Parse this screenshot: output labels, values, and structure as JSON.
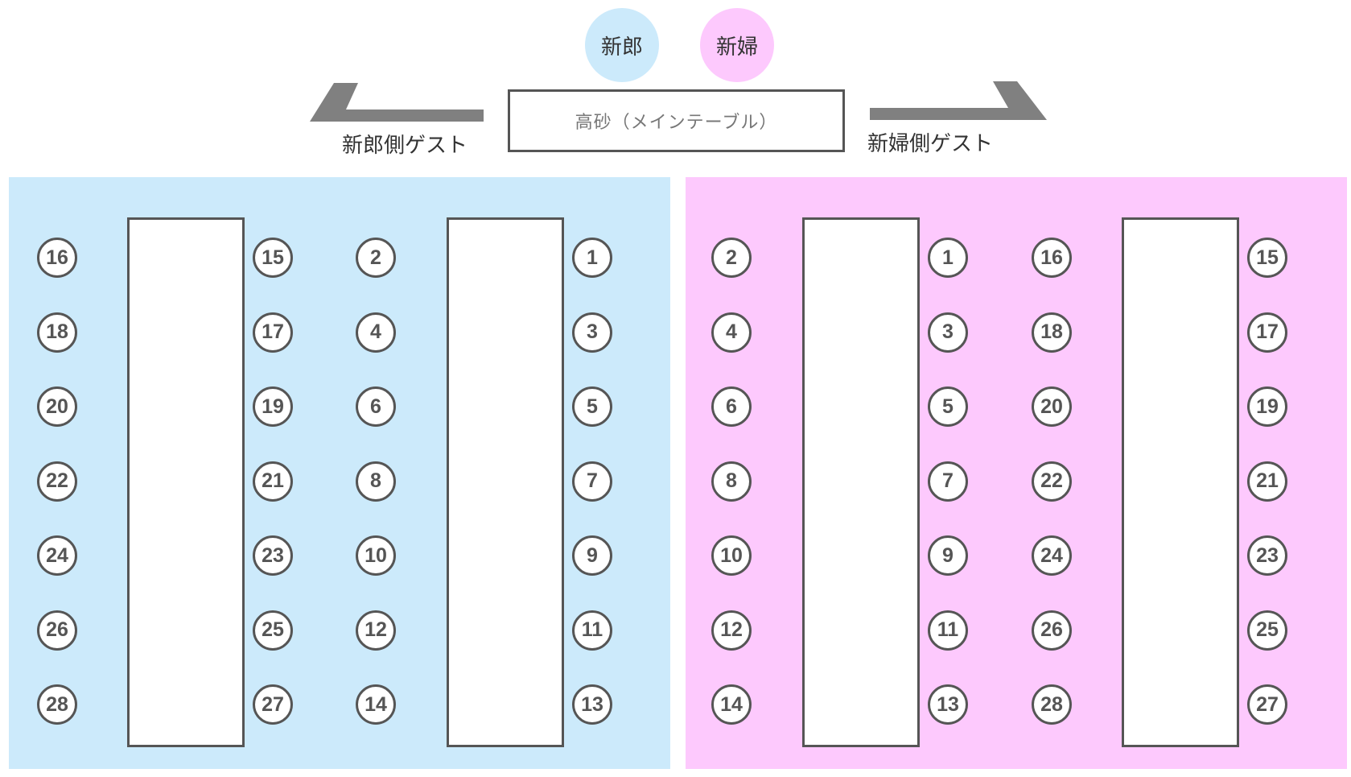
{
  "colors": {
    "groom": "#cceafb",
    "bride": "#fdc9fd",
    "stroke": "#555555",
    "arrow": "#808080"
  },
  "head": {
    "groom": "新郎",
    "bride": "新婦",
    "main_table": "高砂（メインテーブル）"
  },
  "arrows": {
    "groom_side": "新郎側ゲスト",
    "bride_side": "新婦側ゲスト"
  },
  "groom_side": {
    "table1": {
      "left": [
        16,
        18,
        20,
        22,
        24,
        26,
        28
      ],
      "right": [
        15,
        17,
        19,
        21,
        23,
        25,
        27
      ]
    },
    "table2": {
      "left": [
        2,
        4,
        6,
        8,
        10,
        12,
        14
      ],
      "right": [
        1,
        3,
        5,
        7,
        9,
        11,
        13
      ]
    }
  },
  "bride_side": {
    "table1": {
      "left": [
        2,
        4,
        6,
        8,
        10,
        12,
        14
      ],
      "right": [
        1,
        3,
        5,
        7,
        9,
        11,
        13
      ]
    },
    "table2": {
      "left": [
        16,
        18,
        20,
        22,
        24,
        26,
        28
      ],
      "right": [
        15,
        17,
        19,
        21,
        23,
        25,
        27
      ]
    }
  }
}
